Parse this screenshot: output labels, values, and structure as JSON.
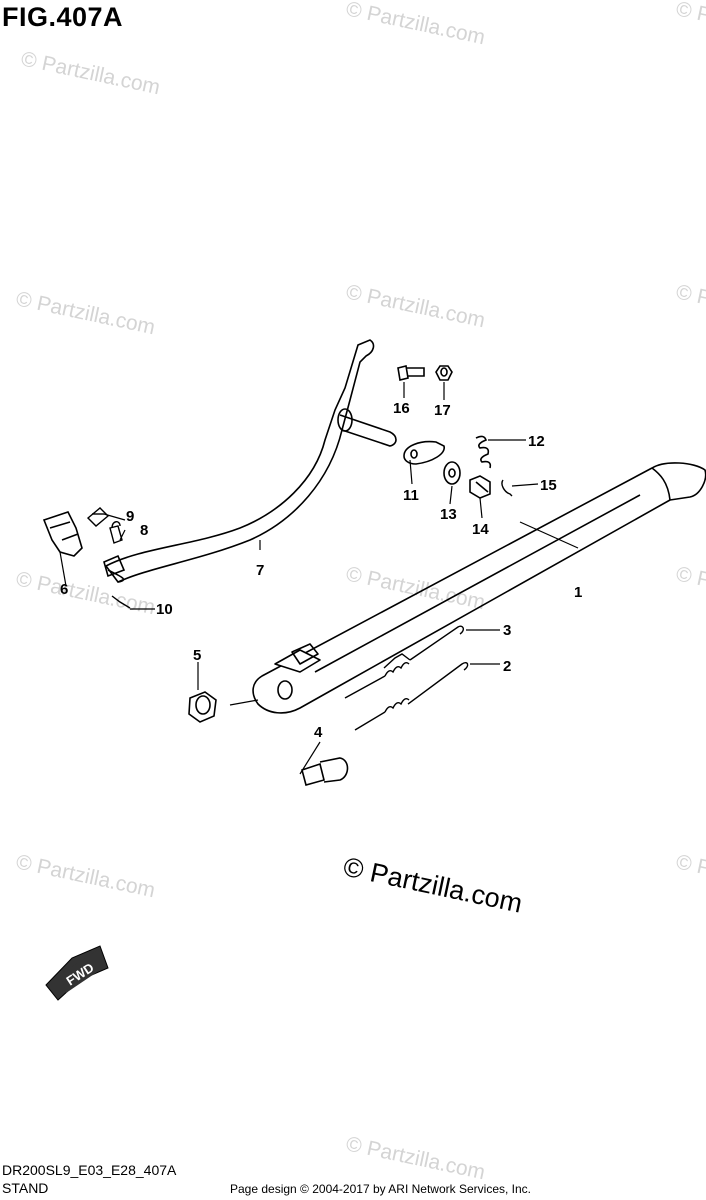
{
  "figure": {
    "title": "FIG.407A"
  },
  "watermark": {
    "text": "© Partzilla.com"
  },
  "callouts": {
    "c1": "1",
    "c2": "2",
    "c3": "3",
    "c4": "4",
    "c5": "5",
    "c6": "6",
    "c7": "7",
    "c8": "8",
    "c9": "9",
    "c10": "10",
    "c11": "11",
    "c12": "12",
    "c13": "13",
    "c14": "14",
    "c15": "15",
    "c16": "16",
    "c17": "17"
  },
  "fwd_label": "FWD",
  "footer": {
    "model_code": "DR200SL9_E03_E28_407A",
    "section_name": "STAND",
    "credit": "Page design © 2004-2017 by ARI Network Services, Inc."
  }
}
